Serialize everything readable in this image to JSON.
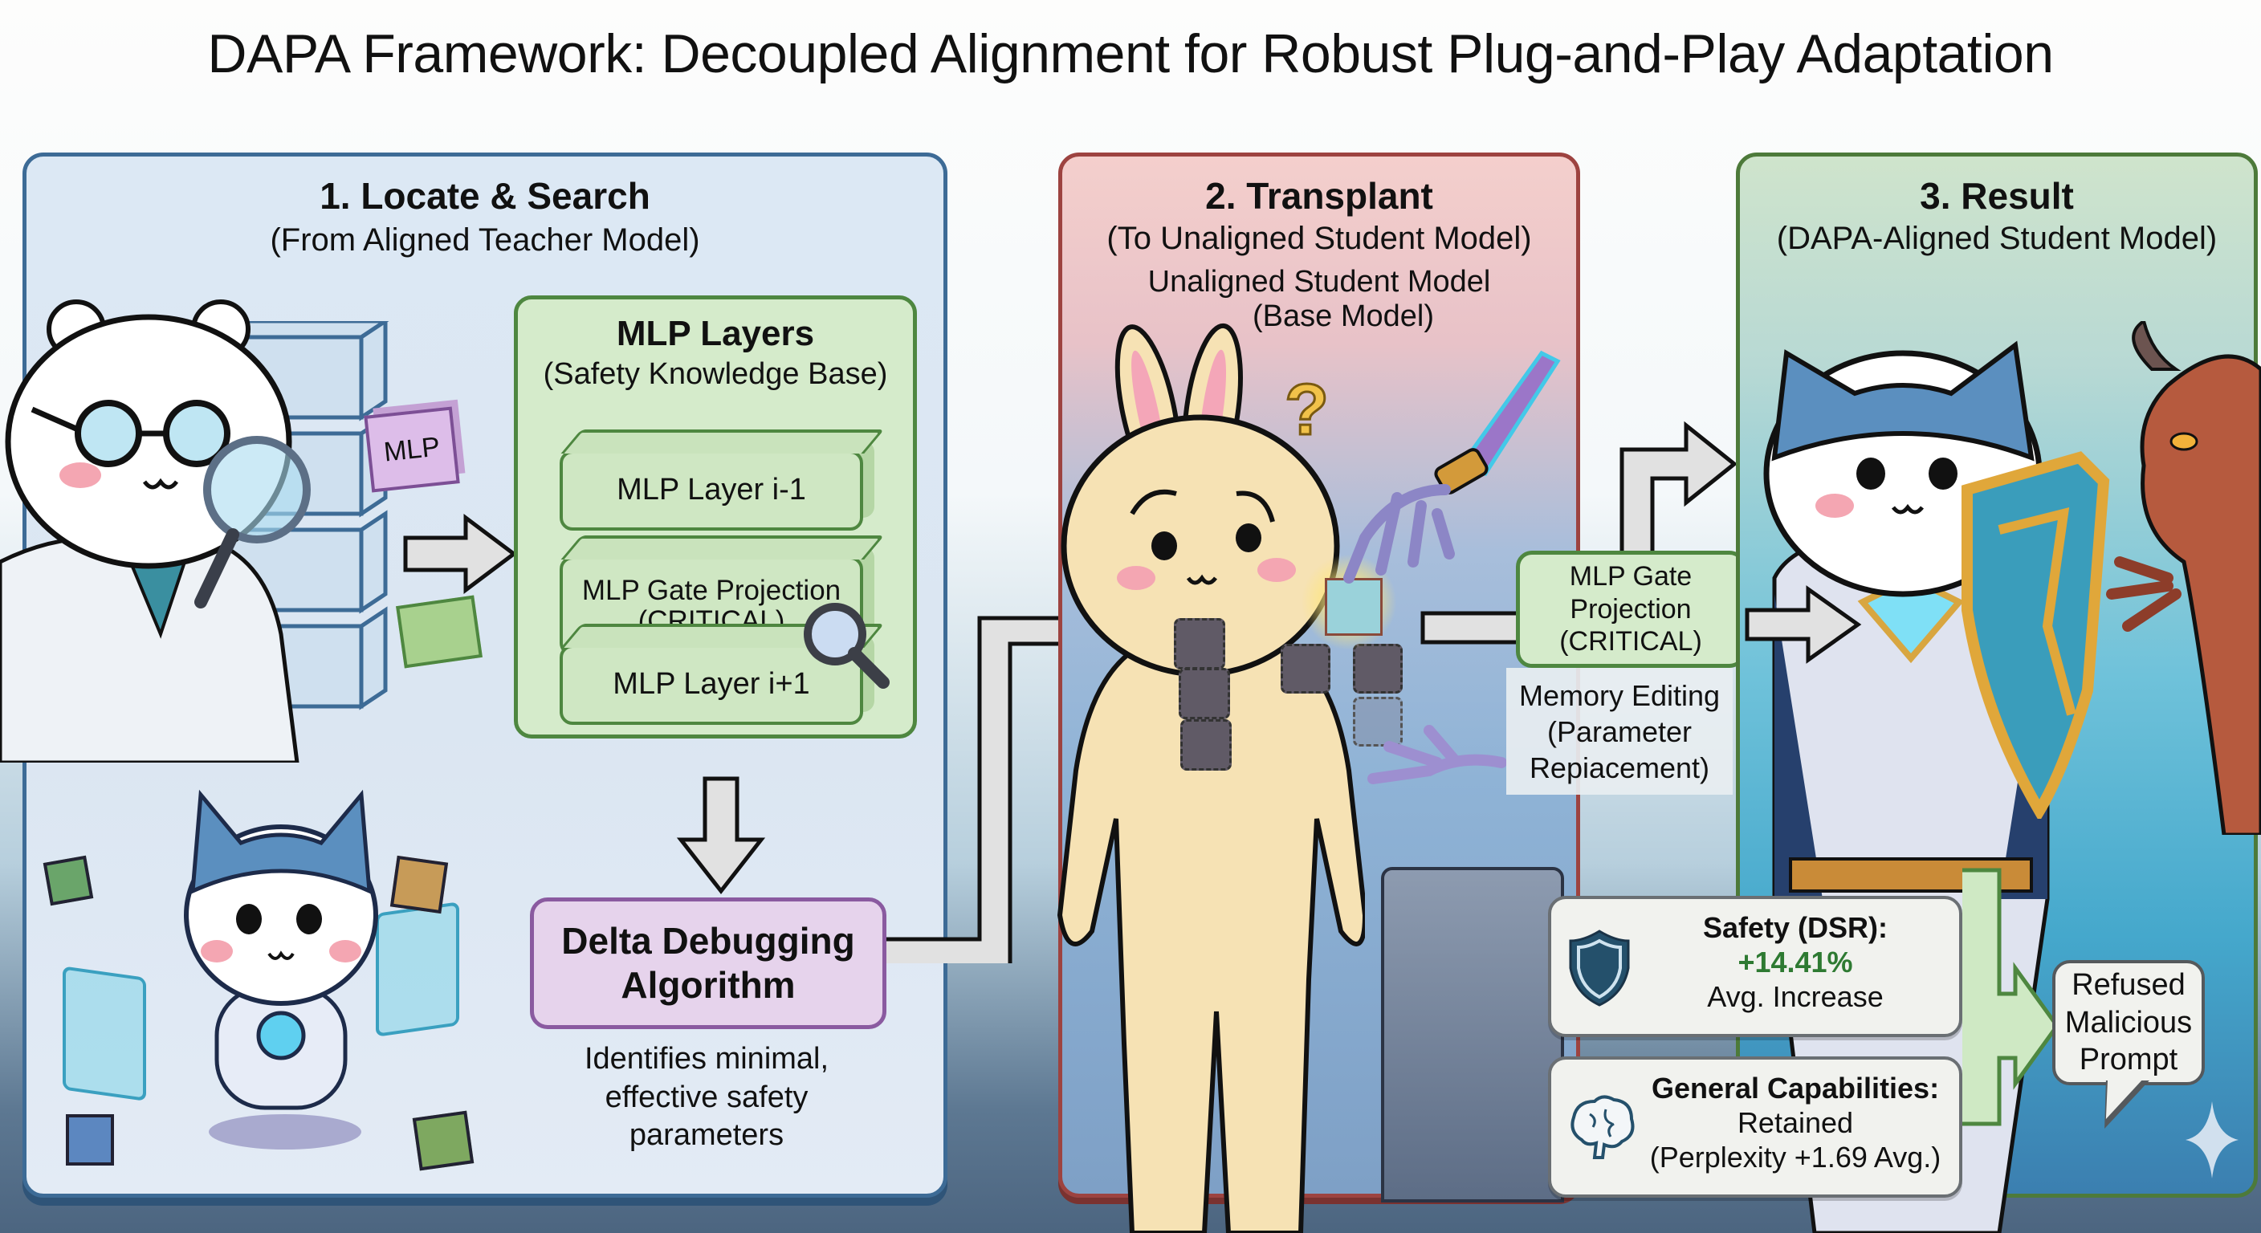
{
  "title": "DAPA Framework: Decoupled Alignment for Robust Plug-and-Play Adaptation",
  "colors": {
    "panel_locate": "#3d6b96",
    "panel_transplant": "#9d4340",
    "panel_result": "#4d7a3a",
    "mlp_green": "#4e8740",
    "delta_purple": "#8a5aa0",
    "positive_green": "#2e7a32"
  },
  "panels": [
    {
      "heading": "1. Locate & Search",
      "subheading": "(From Aligned Teacher Model)",
      "characters": [
        "bear-scientist-with-magnifier",
        "robot-cat-with-holo-screens"
      ],
      "floating_block_label": "MLP",
      "mlp_box": {
        "title": "MLP Layers",
        "subtitle": "(Safety Knowledge Base)",
        "layers": [
          "MLP Layer i-1",
          "MLP Gate Projection\n(CRITICAL)",
          "MLP Layer i+1"
        ]
      },
      "algorithm": {
        "title": "Delta Debugging\nAlgorithm",
        "description": "Identifies minimal,\neffective safety\nparameters"
      }
    },
    {
      "heading": "2. Transplant",
      "subheading": "(To Unaligned Student Model)",
      "model_label": "Unaligned Student Model",
      "model_sublabel": "(Base Model)",
      "characters": [
        "bunny-base-model",
        "robotic-arm"
      ],
      "symbol": "?"
    },
    {
      "heading": "3. Result",
      "subheading": "(DAPA-Aligned Student Model)",
      "characters": [
        "superhero-cat-with-shield",
        "red-devil"
      ],
      "transfer_box": {
        "label": "MLP Gate\nProjection\n(CRITICAL)",
        "caption": "Memory Editing\n(Parameter\nRepiacement)"
      },
      "stats": [
        {
          "icon": "shield-icon",
          "title": "Safety (DSR):",
          "value": "+14.41%",
          "note": "Avg. Increase"
        },
        {
          "icon": "brain-icon",
          "title": "General Capabilities:",
          "value": "Retained",
          "note": "(Perplexity +1.69 Avg.)"
        }
      ],
      "bubble": "Refused\nMalicious\nPrompt"
    }
  ]
}
